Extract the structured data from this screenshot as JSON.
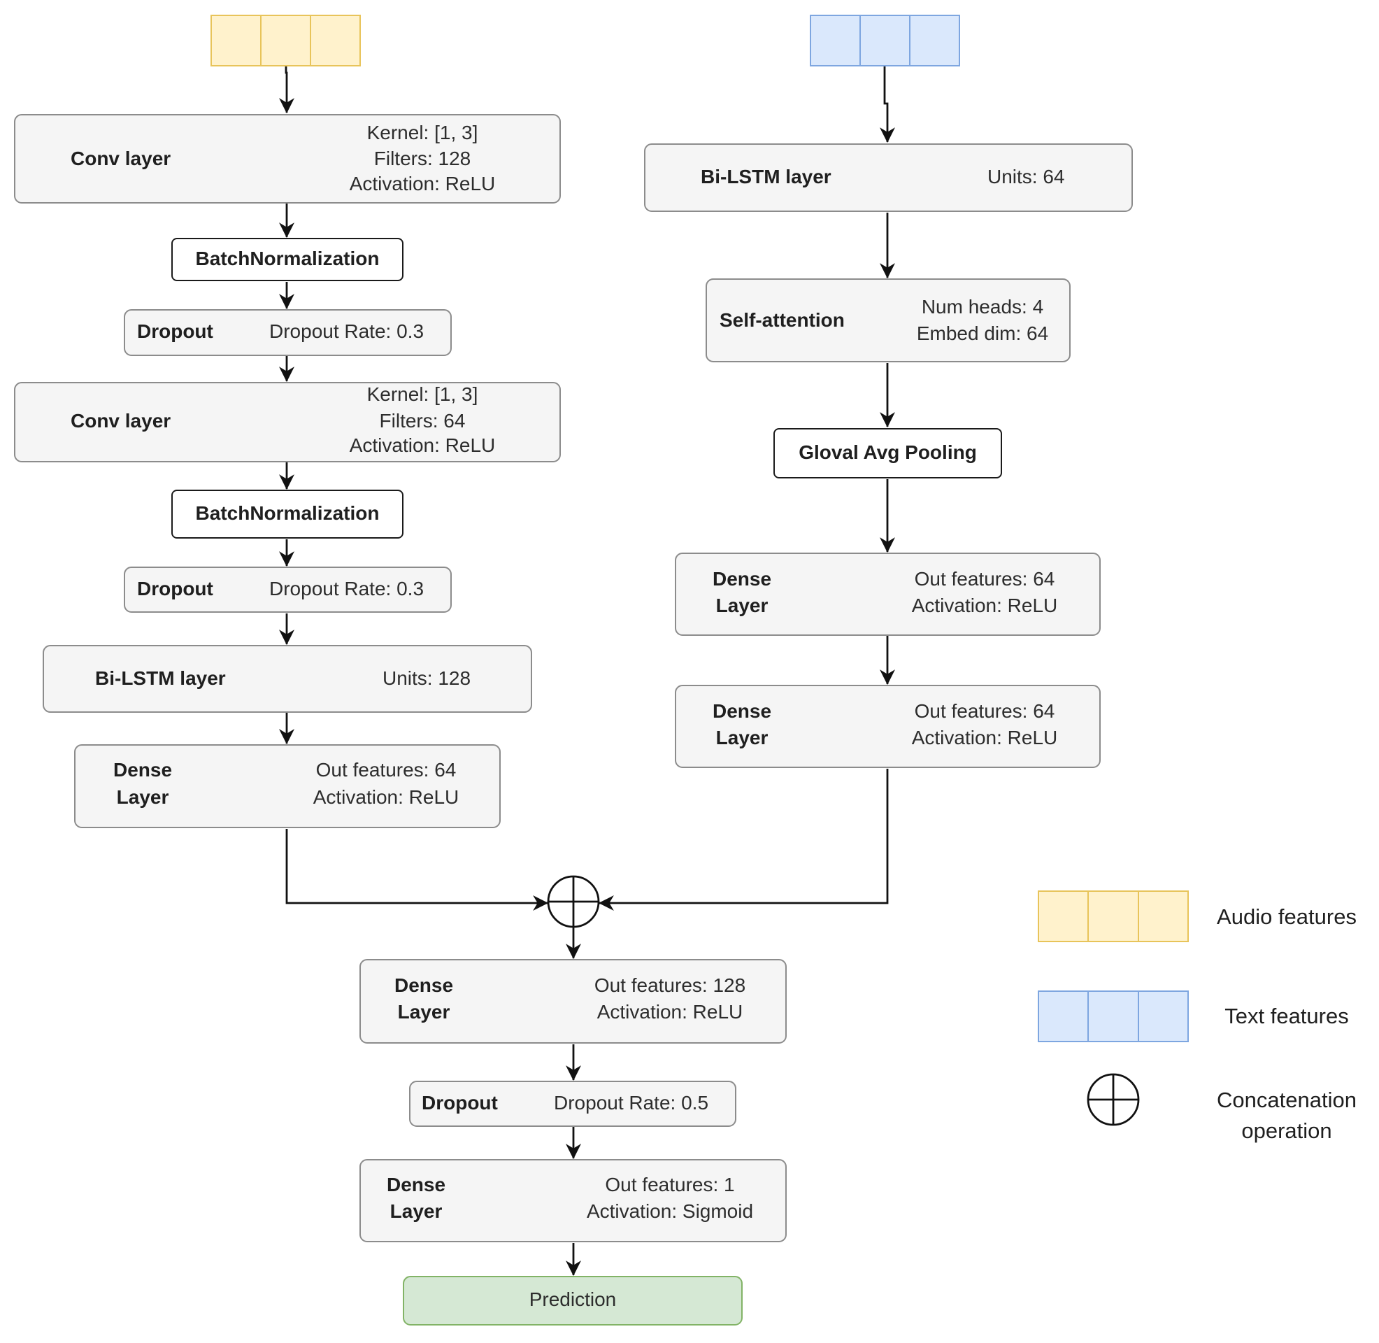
{
  "colors": {
    "audio_fill": "#fff2cc",
    "audio_stroke": "#e8c45a",
    "text_fill": "#dae8fc",
    "text_stroke": "#7ea6e0",
    "prediction_fill": "#d5e8d4",
    "prediction_stroke": "#82b366",
    "block_fill": "#f5f5f5"
  },
  "audio_branch": {
    "conv1": {
      "name": "Conv layer",
      "p1": "Kernel: [1, 3]",
      "p2": "Filters: 128",
      "p3": "Activation: ReLU"
    },
    "bn1": {
      "name": "BatchNormalization"
    },
    "drop1": {
      "name": "Dropout",
      "param": "Dropout Rate: 0.3"
    },
    "conv2": {
      "name": "Conv layer",
      "p1": "Kernel: [1, 3]",
      "p2": "Filters: 64",
      "p3": "Activation: ReLU"
    },
    "bn2": {
      "name": "BatchNormalization"
    },
    "drop2": {
      "name": "Dropout",
      "param": "Dropout Rate: 0.3"
    },
    "bilstm": {
      "name": "Bi-LSTM layer",
      "param": "Units: 128"
    },
    "dense": {
      "name1": "Dense",
      "name2": "Layer",
      "p1": "Out features: 64",
      "p2": "Activation: ReLU"
    }
  },
  "text_branch": {
    "bilstm": {
      "name": "Bi-LSTM layer",
      "param": "Units: 64"
    },
    "attn": {
      "name": "Self-attention",
      "p1": "Num heads: 4",
      "p2": "Embed dim: 64"
    },
    "pool": {
      "name": "Gloval Avg Pooling"
    },
    "dense1": {
      "name1": "Dense",
      "name2": "Layer",
      "p1": "Out features: 64",
      "p2": "Activation: ReLU"
    },
    "dense2": {
      "name1": "Dense",
      "name2": "Layer",
      "p1": "Out features: 64",
      "p2": "Activation: ReLU"
    }
  },
  "fusion": {
    "dense1": {
      "name1": "Dense",
      "name2": "Layer",
      "p1": "Out features: 128",
      "p2": "Activation: ReLU"
    },
    "drop": {
      "name": "Dropout",
      "param": "Dropout Rate: 0.5"
    },
    "dense2": {
      "name1": "Dense",
      "name2": "Layer",
      "p1": "Out features: 1",
      "p2": "Activation: Sigmoid"
    },
    "prediction": "Prediction"
  },
  "legend": {
    "audio": "Audio features",
    "text": "Text features",
    "concat_line1": "Concatenation",
    "concat_line2": "operation"
  }
}
